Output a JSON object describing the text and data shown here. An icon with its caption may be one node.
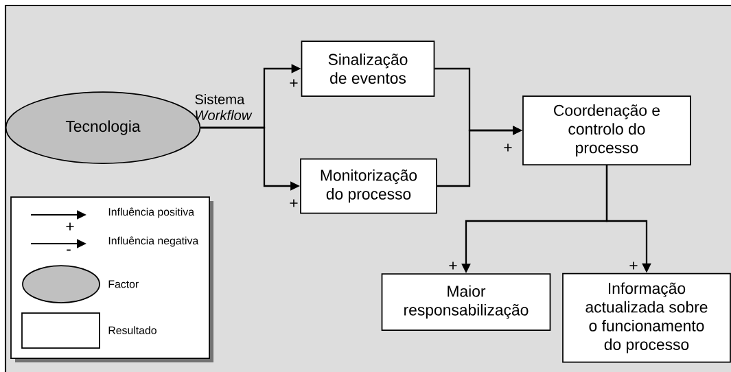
{
  "diagram": {
    "nodes": [
      {
        "text": [
          "Tecnologia"
        ]
      },
      {
        "text": [
          "Sinalização de eventos"
        ]
      },
      {
        "text": [
          "Monitorização do processo"
        ]
      },
      {
        "text": [
          "Coordenação e controlo do processo"
        ]
      },
      {
        "text": [
          "Maior responsabilização"
        ]
      },
      {
        "text": [
          "Informação actualizada sobre o funcionamento do processo"
        ]
      }
    ],
    "edges": [
      {
        "from": 0,
        "to": 1,
        "arrow": "to",
        "label": "+"
      },
      {
        "from": 0,
        "to": 2,
        "arrow": "to",
        "label": "+"
      },
      {
        "from": 1,
        "to": 3,
        "arrow": "to",
        "label": "+"
      },
      {
        "from": 2,
        "to": 3,
        "arrow": "to"
      },
      {
        "from": 3,
        "to": 4,
        "arrow": "to",
        "label": "+"
      },
      {
        "from": 3,
        "to": 5,
        "arrow": "to",
        "label": "+"
      }
    ],
    "labels": [
      "Sistema *Workflow*",
      "+",
      "-"
    ],
    "legend": [
      {
        "text": "Influência positiva"
      },
      {
        "text": "Influência negativa"
      },
      {
        "text": "Factor"
      },
      {
        "text": "Resultado"
      }
    ]
  }
}
